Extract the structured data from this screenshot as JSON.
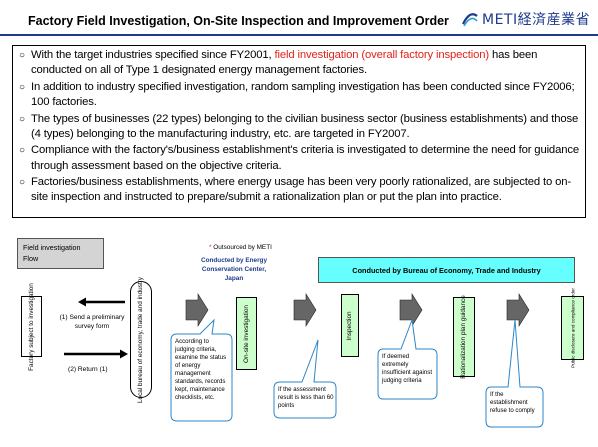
{
  "header": {
    "title": "Factory Field Investigation, On-Site Inspection and Improvement Order",
    "logo_text": "METI経済産業省",
    "logo_icon": "meti-logo-icon"
  },
  "bullets": {
    "marker": "○",
    "items": [
      {
        "before": "With the target industries specified since FY2001, ",
        "highlight": "field investigation (overall factory inspection)",
        "after": " has been conducted on all of Type 1 designated energy management factories."
      },
      {
        "before": "In addition to industry specified investigation, random sampling investigation has been conducted since FY2006; 100 factories.",
        "highlight": "",
        "after": ""
      },
      {
        "before": "The types of businesses (22 types) belonging to the civilian business sector (business establishments) and those (4 types) belonging to the manufacturing industry, etc. are targeted in FY2007.",
        "highlight": "",
        "after": ""
      },
      {
        "before": "Compliance with the factory's/business establishment's criteria is investigated to determine the need for guidance through assessment based on the objective criteria.",
        "highlight": "",
        "after": ""
      },
      {
        "before": "Factories/business establishments, where energy usage has been very poorly rationalized, are subjected to on-site inspection and instructed to prepare/submit a rationalization plan or put the plan into practice.",
        "highlight": "",
        "after": ""
      }
    ]
  },
  "flow": {
    "title_line1": "Field investigation",
    "title_line2": "Flow",
    "outsourced_star": "*",
    "outsourced_text": " Outsourced by METI",
    "energy_center": "Conducted by Energy Conservation Center, Japan",
    "bureau": "Conducted by Bureau of Economy, Trade and Industry",
    "factory_subject": "Factory subject to investigation",
    "send_label": "(1) Send a preliminary survey form",
    "return_label": "(2) Return (1)",
    "local_bureau": "Local bureau of economy, trade and industry",
    "onsite": "On-site investigation",
    "inspection": "Inspection",
    "rationalization": "Rationalization plan guidance",
    "public": "Public disclosure and compliance order",
    "callout_criteria": "According to judging criteria, examine the status of energy management standards, records kept, maintenance checklists, etc.",
    "callout_assessment": "If the assessment result is less than 60 points",
    "callout_deemed": "If deemed extremely insufficient against judging criteria",
    "callout_refuse": "If the establishment refuse to comply"
  },
  "colors": {
    "accent_blue": "#1e3c8c",
    "highlight_red": "#e0231b",
    "bureau_cyan": "#66ffff",
    "step_green": "#ccffcc",
    "flow_box_gray": "#d4d4d4",
    "arrow_gray": "#666666"
  }
}
